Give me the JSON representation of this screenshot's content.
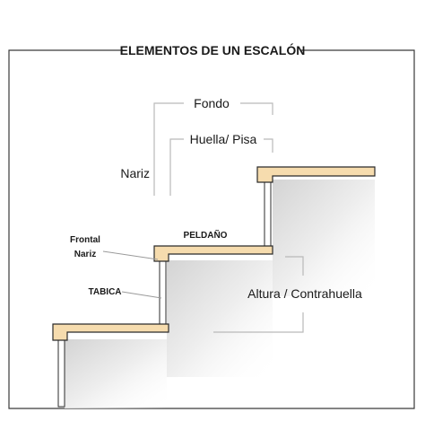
{
  "title": "ELEMENTOS DE UN ESCALÓN",
  "labels": {
    "fondo": "Fondo",
    "huella": "Huella/ Pisa",
    "nariz": "Nariz",
    "peldano": "PELDAÑO",
    "frontal_line1": "Frontal",
    "frontal_line2": "Nariz",
    "tabica": "TABICA",
    "altura": "Altura / Contrahuella"
  },
  "colors": {
    "tread": "#f6dcae",
    "tread_edge": "#2b2b2b",
    "frame": "#3a3a3a",
    "dimension": "#b9b9b9",
    "shadow": "#dcdcdc"
  }
}
